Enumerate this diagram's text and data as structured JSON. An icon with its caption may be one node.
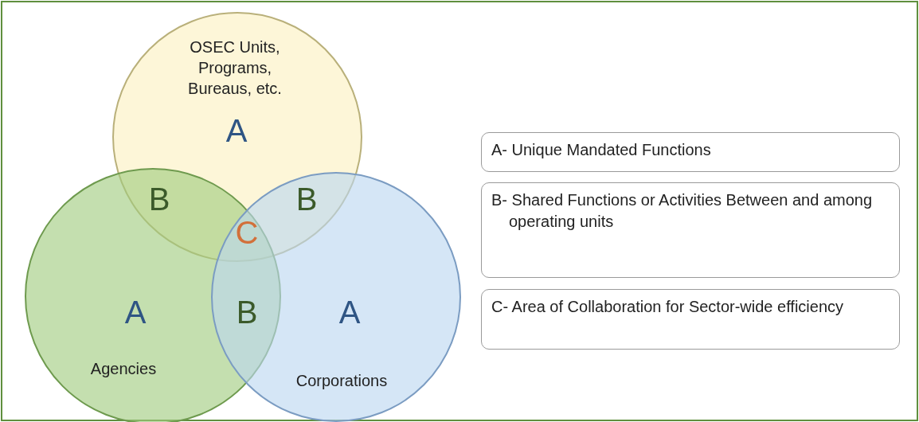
{
  "diagram": {
    "nodes": [
      {
        "text": [
          "OSEC Units, Programs, Bureaus, etc.",
          "A"
        ]
      },
      {
        "text": [
          "A",
          "Agencies"
        ]
      },
      {
        "text": [
          "A",
          "Corporations"
        ]
      },
      {
        "text": [
          "A- Unique Mandated Functions"
        ]
      },
      {
        "text": [
          "B- Shared Functions or Activities Between and among operating units"
        ]
      },
      {
        "text": [
          "C- Area of Collaboration for Sector-wide efficiency"
        ]
      }
    ],
    "edges": [],
    "labels": [
      "B",
      "B",
      "C",
      "B"
    ]
  }
}
